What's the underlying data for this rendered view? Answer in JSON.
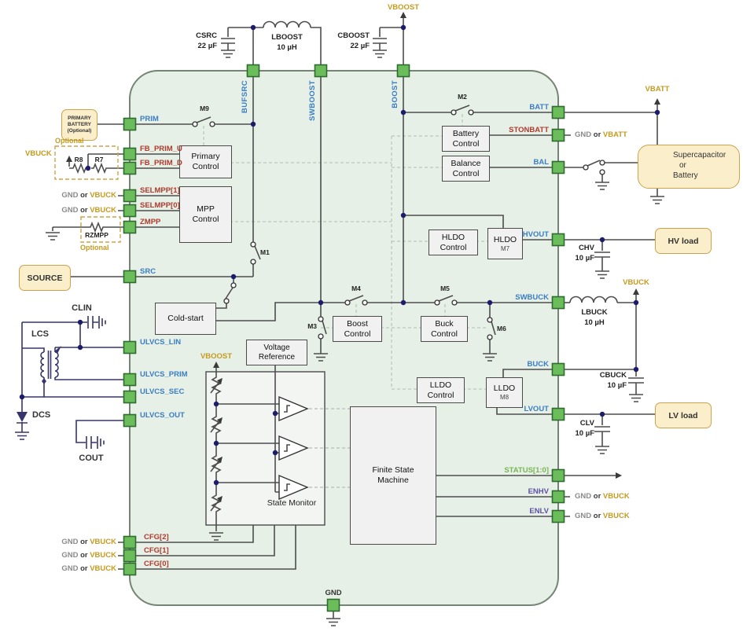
{
  "pins": {
    "bufsrc": "BUFSRC",
    "swboost": "SWBOOST",
    "boost": "BOOST",
    "prim": "PRIM",
    "fb_prim_u": "FB_PRIM_U",
    "fb_prim_d": "FB_PRIM_D",
    "selmpp1": "SELMPP[1]",
    "selmpp0": "SELMPP[0]",
    "zmpp": "ZMPP",
    "src": "SRC",
    "ulvcs_lin": "ULVCS_LIN",
    "ulvcs_prim": "ULVCS_PRIM",
    "ulvcs_sec": "ULVCS_SEC",
    "ulvcs_out": "ULVCS_OUT",
    "cfg2": "CFG[2]",
    "cfg1": "CFG[1]",
    "cfg0": "CFG[0]",
    "batt": "BATT",
    "stonbatt": "STONBATT",
    "bal": "BAL",
    "hvout": "HVOUT",
    "swbuck": "SWBUCK",
    "buck": "BUCK",
    "lvout": "LVOUT",
    "status": "STATUS[1:0]",
    "enhv": "ENHV",
    "enlv": "ENLV",
    "gnd": "GND"
  },
  "nets": {
    "vboost": "VBOOST",
    "vbatt": "VBATT",
    "vbuck": "VBUCK"
  },
  "tie": {
    "gnd": "GND",
    "or": "or",
    "vbuck": "VBUCK",
    "vbatt": "VBATT"
  },
  "blocks": {
    "primary_control": "Primary Control",
    "mpp_control": "MPP Control",
    "cold_start": "Cold-start",
    "voltage_reference": "Voltage Reference",
    "boost_control": "Boost Control",
    "buck_control": "Buck Control",
    "battery_control": "Battery Control",
    "balance_control": "Balance Control",
    "hldo_control": "HLDO Control",
    "hldo": "HLDO",
    "lldo_control": "LLDO Control",
    "lldo": "LLDO",
    "fsm": "Finite State Machine",
    "state_monitor": "State Monitor"
  },
  "switches": {
    "m1": "M1",
    "m2": "M2",
    "m3": "M3",
    "m4": "M4",
    "m5": "M5",
    "m6": "M6",
    "m7": "M7",
    "m8": "M8",
    "m9": "M9"
  },
  "components": {
    "csrc_name": "CSRC",
    "csrc_value": "22 µF",
    "lboost_name": "LBOOST",
    "lboost_value": "10 µH",
    "cboost_name": "CBOOST",
    "cboost_value": "22 µF",
    "lbuck_name": "LBUCK",
    "lbuck_value": "10 µH",
    "cbuck_name": "CBUCK",
    "cbuck_value": "10 µF",
    "chv_name": "CHV",
    "chv_value": "10 µF",
    "clv_name": "CLV",
    "clv_value": "10 µF",
    "r7": "R7",
    "r8": "R8",
    "rzmpp": "RZMPP",
    "clin": "CLIN",
    "lcs": "LCS",
    "dcs": "DCS",
    "cout": "COUT"
  },
  "external": {
    "primary_battery": "PRIMARY BATTERY (Optional)",
    "source": "SOURCE",
    "supercap_1": "Supercapacitor",
    "supercap_2": "or",
    "supercap_3": "Battery",
    "hv_load": "HV load",
    "lv_load": "LV load",
    "optional": "Optional"
  }
}
